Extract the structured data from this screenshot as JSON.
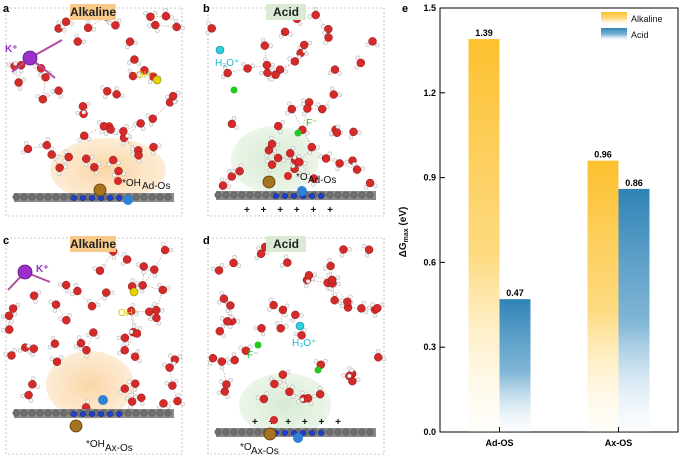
{
  "panels": [
    {
      "letter": "a",
      "condition": "Alkaline",
      "cation": "K⁺",
      "anion": "OH⁻",
      "adsorbate": "*OH",
      "site": "Ad-Os",
      "charges": ""
    },
    {
      "letter": "b",
      "condition": "Acid",
      "cation": "H₃O⁺",
      "anion": "F⁻",
      "adsorbate": "*O",
      "site": "Ad-Os",
      "charges": "+ + + + + +"
    },
    {
      "letter": "c",
      "condition": "Alkaline",
      "cation": "K⁺",
      "anion": "OH⁻",
      "adsorbate": "*OH",
      "site": "Ax-Os",
      "charges": ""
    },
    {
      "letter": "d",
      "condition": "Acid",
      "cation": "H₃O⁺",
      "anion": "F⁻",
      "adsorbate": "*O",
      "site": "Ax-Os",
      "charges": "+ + + + + +"
    }
  ],
  "colors": {
    "alkaline_tag": "#f9c98a",
    "acid_tag": "#d9ead5",
    "alkaline_bar": "#fdc02e",
    "acid_bar": "#2f83b6",
    "oxygen": "#d42a2a",
    "hydrogen": "#f4f4f4",
    "potassium": "#9b2fc9",
    "osmium": "#a8731e",
    "nitrogen": "#1f3fcf",
    "carbon": "#6f6f6f"
  },
  "chart_data": {
    "panel_letter": "e",
    "type": "bar",
    "categories": [
      "Ad-OS",
      "Ax-OS"
    ],
    "series": [
      {
        "name": "Alkaline",
        "values": [
          1.39,
          0.96
        ]
      },
      {
        "name": "Acid",
        "values": [
          0.47,
          0.86
        ]
      }
    ],
    "value_labels": [
      [
        "1.39",
        "0.96"
      ],
      [
        "0.47",
        "0.86"
      ]
    ],
    "ylabel": "ΔG",
    "ylabel_sub": "max",
    "ylabel_unit": " (eV)",
    "ylim": [
      0,
      1.5
    ],
    "yticks": [
      "0.0",
      "0.3",
      "0.6",
      "0.9",
      "1.2",
      "1.5"
    ],
    "legend_position": "top-right",
    "grid": false
  }
}
